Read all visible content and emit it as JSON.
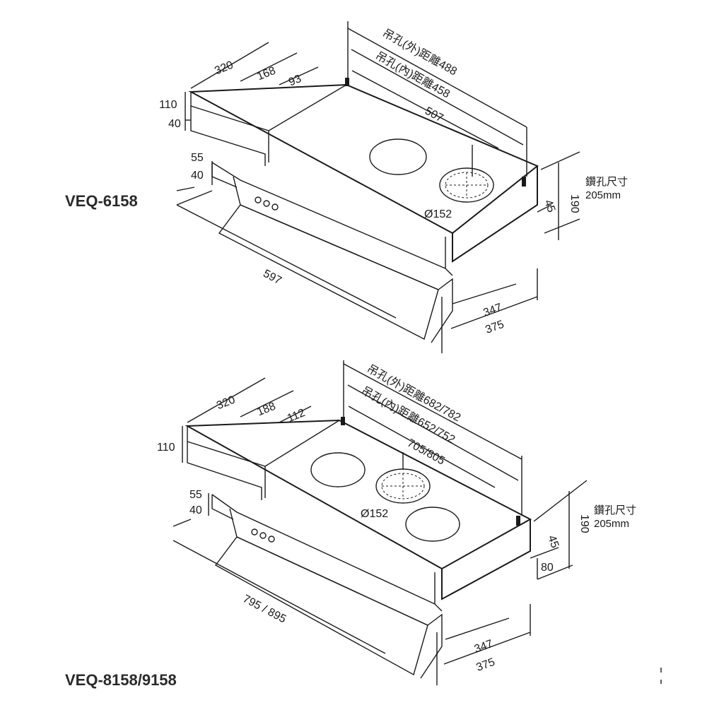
{
  "diagrams": [
    {
      "model": "VEQ-6158",
      "top_depth": "320",
      "front_offset": "168",
      "front_offset_inner": "93",
      "outer_hole_label": "吊孔(外)距離488",
      "inner_hole_label": "吊孔(內)距離458",
      "body_width": "507",
      "height_110": "110",
      "height_40": "40",
      "side_55": "55",
      "side_40": "40",
      "drill_label": "鑽孔尺寸",
      "drill_size": "205mm",
      "total_height": "190",
      "back_45": "45",
      "duct_diameter": "Ø152",
      "width_597": "597",
      "depth_347": "347",
      "depth_375": "375"
    },
    {
      "model": "VEQ-8158/9158",
      "top_depth": "320",
      "front_offset": "188",
      "front_offset_inner": "112",
      "outer_hole_label": "吊孔(外)距離682/782",
      "inner_hole_label": "吊孔(內)距離652/752",
      "body_width": "705/805",
      "height_110": "110",
      "side_55": "55",
      "side_40": "40",
      "drill_label": "鑽孔尺寸",
      "drill_size": "205mm",
      "total_height": "190",
      "back_45": "45",
      "back_80": "80",
      "duct_diameter": "Ø152",
      "width_total": "795 / 895",
      "depth_347": "347",
      "depth_375": "375"
    }
  ]
}
